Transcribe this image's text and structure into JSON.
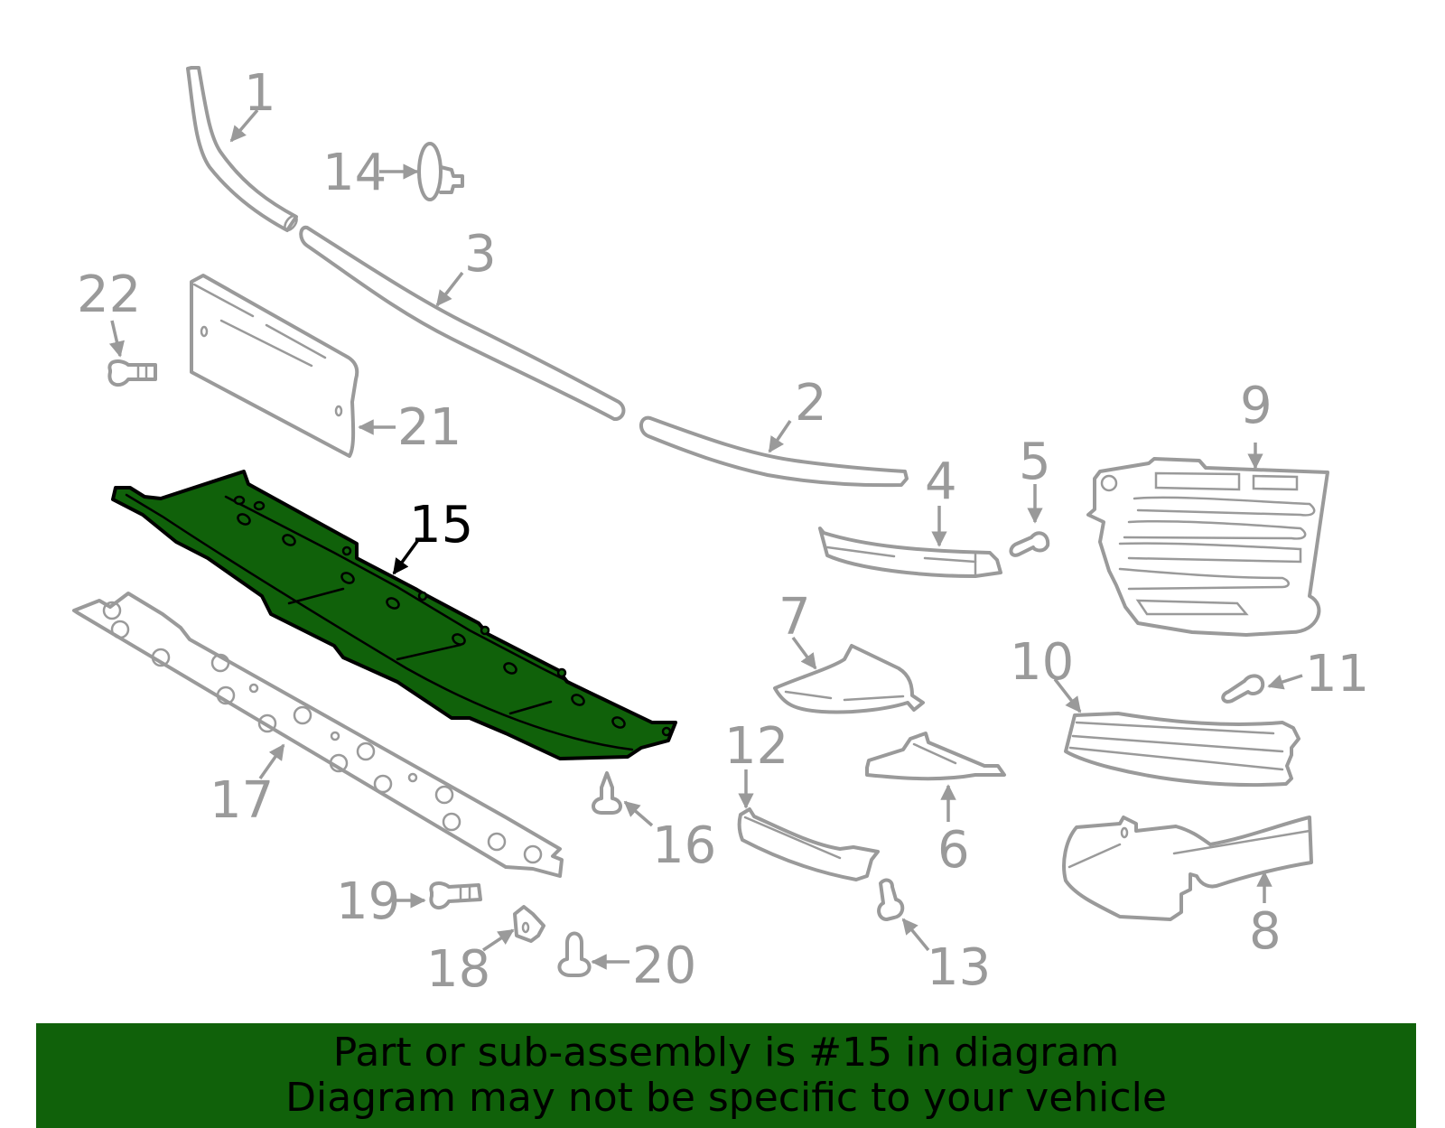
{
  "diagram": {
    "highlight_color": "#10610a",
    "line_color": "#9a9a9a",
    "highlighted_part": "15",
    "callouts": [
      {
        "id": "1",
        "label": "1"
      },
      {
        "id": "2",
        "label": "2"
      },
      {
        "id": "3",
        "label": "3"
      },
      {
        "id": "4",
        "label": "4"
      },
      {
        "id": "5",
        "label": "5"
      },
      {
        "id": "6",
        "label": "6"
      },
      {
        "id": "7",
        "label": "7"
      },
      {
        "id": "8",
        "label": "8"
      },
      {
        "id": "9",
        "label": "9"
      },
      {
        "id": "10",
        "label": "10"
      },
      {
        "id": "11",
        "label": "11"
      },
      {
        "id": "12",
        "label": "12"
      },
      {
        "id": "13",
        "label": "13"
      },
      {
        "id": "14",
        "label": "14"
      },
      {
        "id": "15",
        "label": "15"
      },
      {
        "id": "16",
        "label": "16"
      },
      {
        "id": "17",
        "label": "17"
      },
      {
        "id": "18",
        "label": "18"
      },
      {
        "id": "19",
        "label": "19"
      },
      {
        "id": "20",
        "label": "20"
      },
      {
        "id": "21",
        "label": "21"
      },
      {
        "id": "22",
        "label": "22"
      }
    ]
  },
  "banner": {
    "line1": "Part or sub-assembly is #15 in diagram",
    "line2": "Diagram may not be specific to your vehicle",
    "background": "#10610a"
  }
}
